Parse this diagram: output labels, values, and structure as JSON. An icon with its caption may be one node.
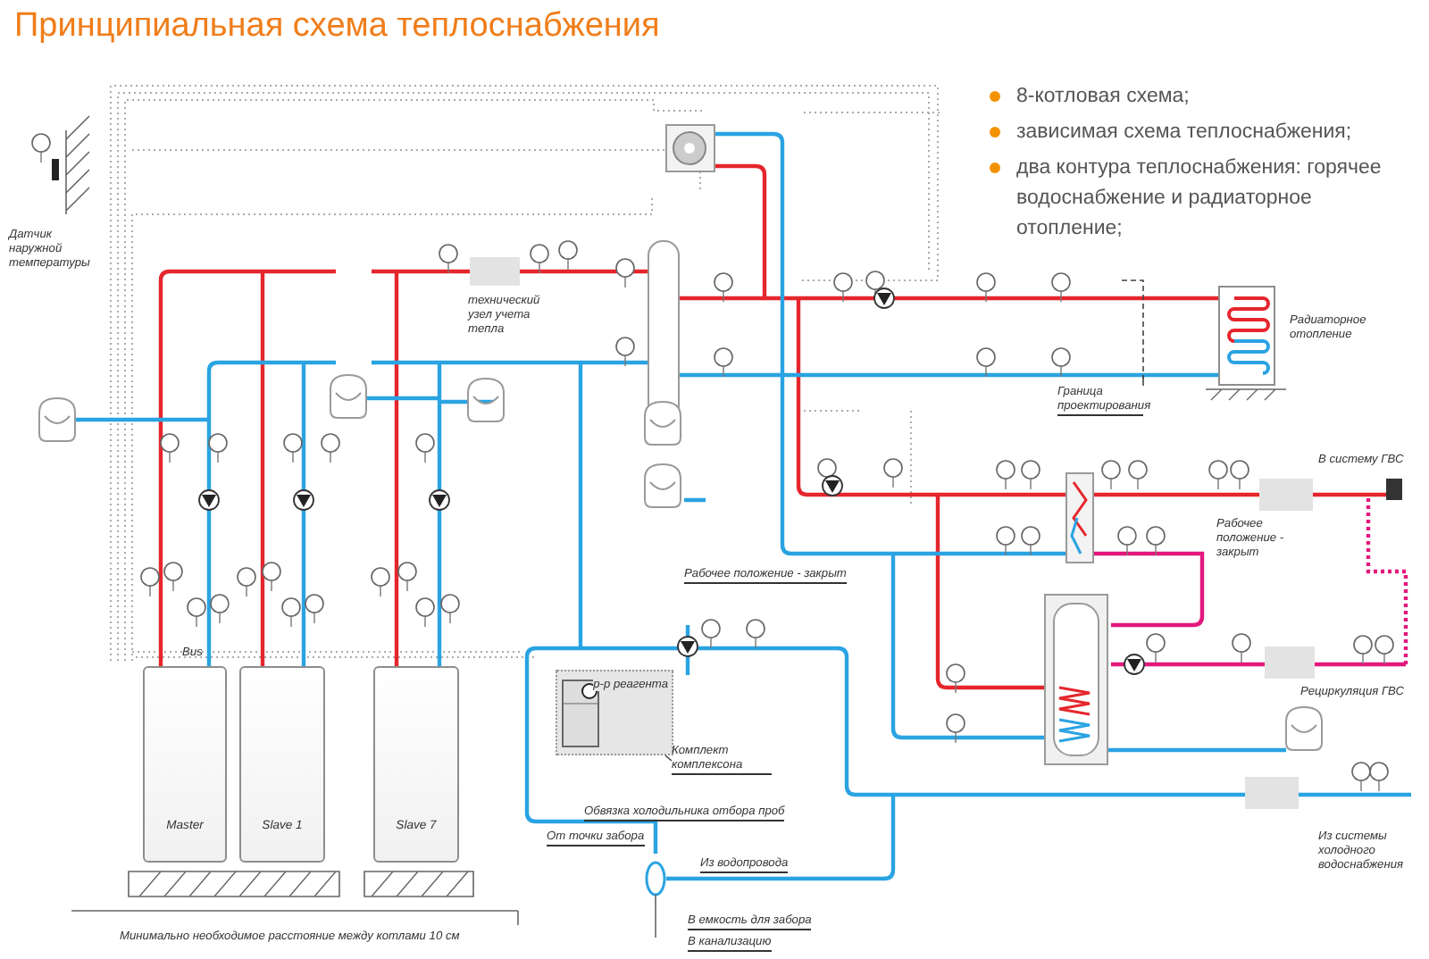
{
  "diagram": {
    "title": "Принципиальная схема теплоснабжения",
    "nodes": [
      {
        "text": [
          "Master"
        ]
      },
      {
        "text": [
          "Slave 1"
        ]
      },
      {
        "text": [
          "Slave 7"
        ]
      },
      {
        "text": [],
        "shape": "box",
        "beside": [
          "Радиаторное отопление"
        ]
      },
      {
        "text": [
          "р-р реагента"
        ]
      },
      {
        "text": [
          "Комплект комплексона"
        ]
      },
      {
        "text": [
          "Граница проектирования"
        ]
      }
    ],
    "edges": [
      {
        "from": 5,
        "to": 4,
        "arrow": "none"
      },
      {
        "from": 6,
        "to": null,
        "arrow": "none"
      }
    ],
    "labels": [
      "8-котловая схема;",
      "зависимая схема теплоснабжения;",
      "два контура теплоснабжения: горячее водоснабжение и радиаторное отопление;",
      "Датчик наружной температуры",
      "технический узел учета тепла",
      "В систему ГВС",
      "Рабочее положение - закрыт",
      "Рабочее положение - закрыт",
      "Bus",
      "Обвязка холодильника отбора проб",
      "От точки забора",
      "Из водопровода",
      "В емкость для забора",
      "В канализацию",
      "Рециркуляция ГВС",
      "Из системы холодного водоснабжения",
      "Минимально необходимое расстояние между котлами 10 см"
    ]
  }
}
